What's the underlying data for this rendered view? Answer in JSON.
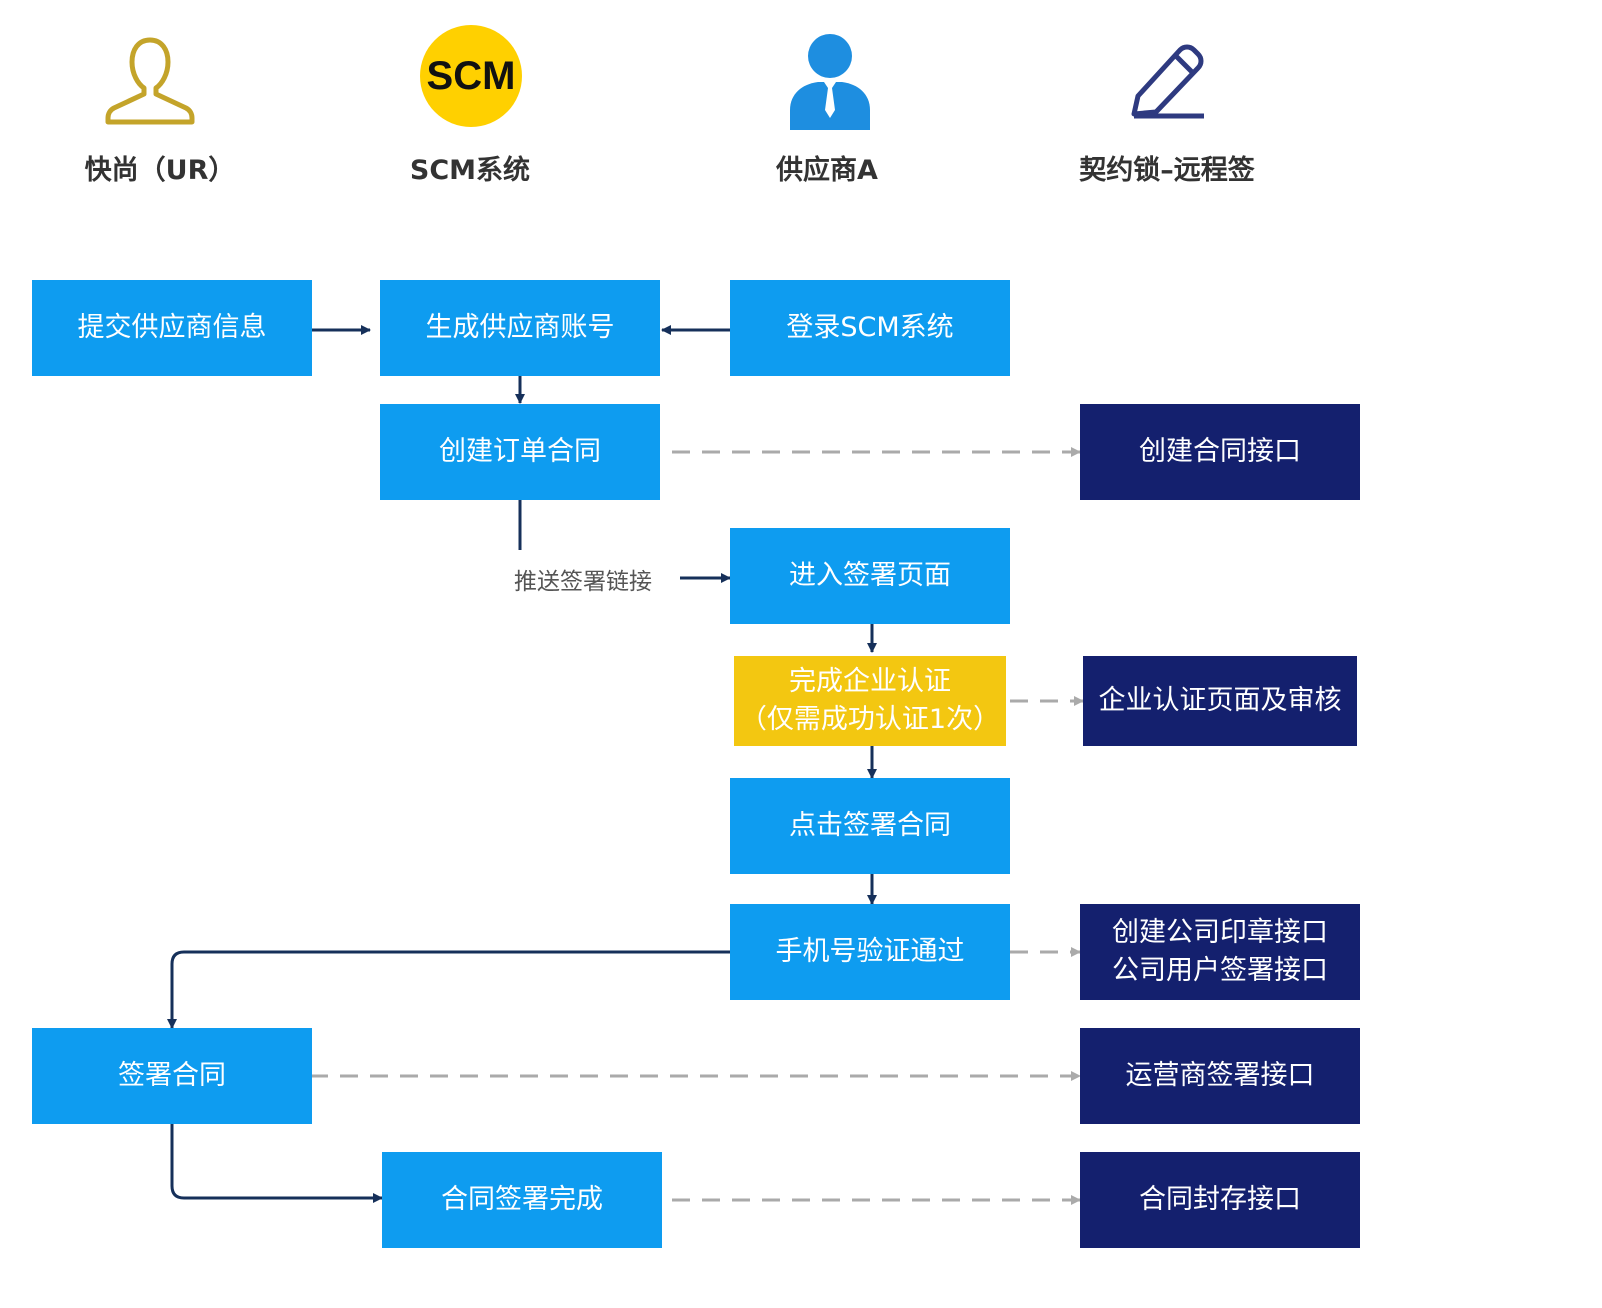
{
  "lanes": [
    {
      "label": "快尚（UR）",
      "icon": "user-outline-icon"
    },
    {
      "label": "SCM系统",
      "icon": "scm-logo-icon",
      "icon_text": "SCM"
    },
    {
      "label": "供应商A",
      "icon": "businessman-icon"
    },
    {
      "label": "契约锁–远程签",
      "icon": "pencil-icon"
    }
  ],
  "nodes": {
    "submit_supplier_info": "提交供应商信息",
    "generate_account": "生成供应商账号",
    "login_scm": "登录SCM系统",
    "create_order_contract": "创建订单合同",
    "create_contract_api": "创建合同接口",
    "enter_sign_page": "进入签署页面",
    "enterprise_auth": "完成企业认证\n（仅需成功认证1次）",
    "enterprise_auth_api": "企业认证页面及审核",
    "click_sign": "点击签署合同",
    "phone_verify": "手机号验证通过",
    "seal_api": "创建公司印章接口\n公司用户签署接口",
    "sign_contract": "签署合同",
    "operator_sign_api": "运营商签署接口",
    "contract_done": "合同签署完成",
    "archive_api": "合同封存接口"
  },
  "edges": {
    "push_sign_link": "推送签署链接"
  },
  "colors": {
    "process": "#0e9cf0",
    "interface": "#14206e",
    "highlight": "#f3c711",
    "solid_arrow": "#16305a",
    "dashed_arrow": "#aaaaaa",
    "user_icon": "#c4a42a",
    "scm_badge": "#ffd000",
    "supplier_icon": "#1e8ee0",
    "pencil_icon": "#2e3a80"
  }
}
